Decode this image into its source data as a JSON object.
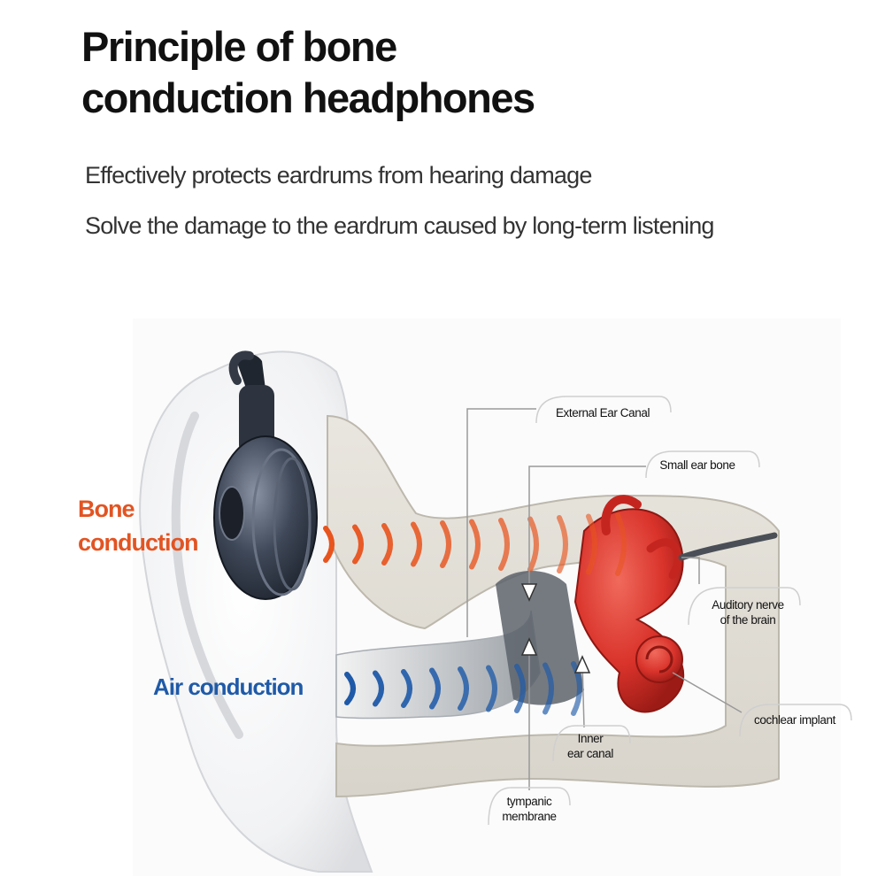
{
  "header": {
    "title_line1": "Principle of bone",
    "title_line2": "conduction headphones",
    "subtitle_1": "Effectively protects eardrums from hearing damage",
    "subtitle_2": "Solve the damage to the eardrum caused by long-term listening"
  },
  "diagram": {
    "bone_label_line1": "Bone",
    "bone_label_line2": "conduction",
    "air_label": "Air conduction",
    "callouts": {
      "external_ear_canal": "External Ear Canal",
      "small_ear_bone": "Small ear bone",
      "auditory_nerve_line1": "Auditory nerve",
      "auditory_nerve_line2": "of the brain",
      "cochlear_implant": "cochlear implant",
      "inner_ear_canal_line1": "Inner",
      "inner_ear_canal_line2": "ear canal",
      "tympanic_line1": "tympanic",
      "tympanic_line2": "membrane"
    }
  },
  "colors": {
    "bone_wave": "#e8541e",
    "air_wave": "#1f5aa8",
    "ear_organ": "#d9332b",
    "headphone": "#3a4352",
    "text": "#111111"
  }
}
